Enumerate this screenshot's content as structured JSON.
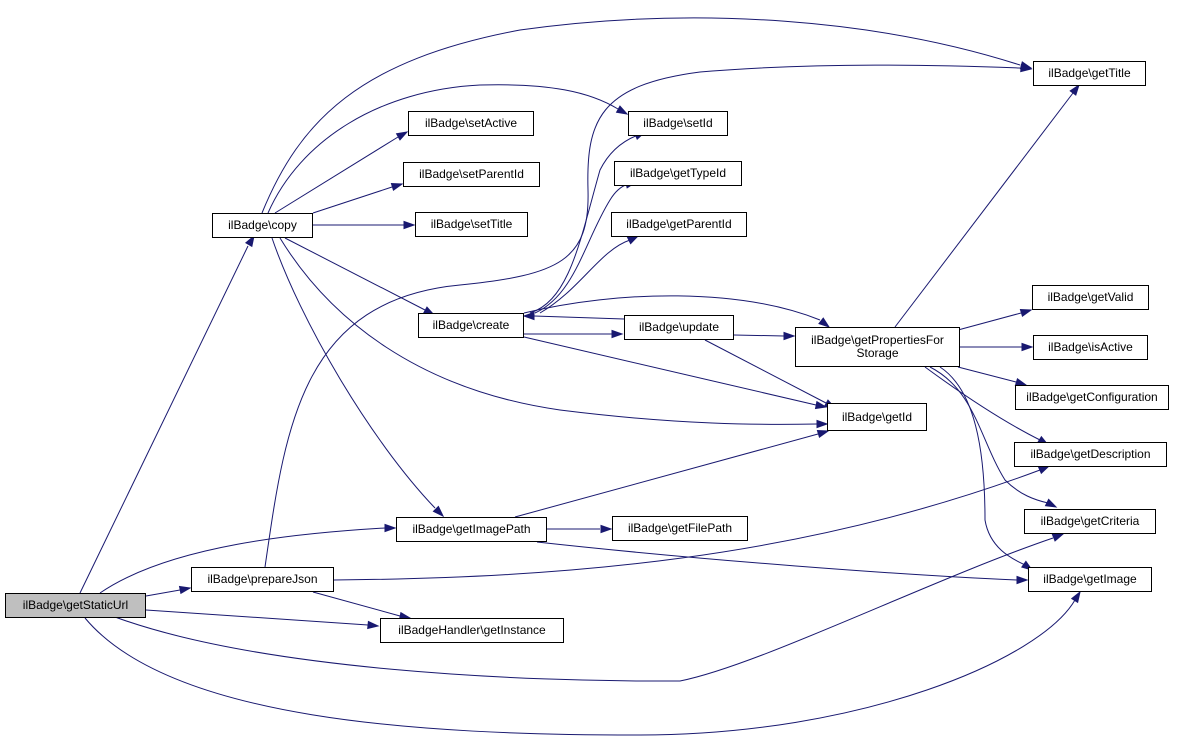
{
  "colors": {
    "edge": "#191970",
    "focus_fill": "#bfbfbf",
    "node_border": "#000000"
  },
  "nodes": {
    "getStaticUrl": "ilBadge\\getStaticUrl",
    "copy": "ilBadge\\copy",
    "prepareJson": "ilBadge\\prepareJson",
    "getImagePath": "ilBadge\\getImagePath",
    "getInstance": "ilBadgeHandler\\getInstance",
    "setActive": "ilBadge\\setActive",
    "setParentId": "ilBadge\\setParentId",
    "setTitle": "ilBadge\\setTitle",
    "create": "ilBadge\\create",
    "setId": "ilBadge\\setId",
    "getTypeId": "ilBadge\\getTypeId",
    "getParentId": "ilBadge\\getParentId",
    "update": "ilBadge\\update",
    "getFilePath": "ilBadge\\getFilePath",
    "getPropertiesForStorage": "ilBadge\\getPropertiesFor\nStorage",
    "getId": "ilBadge\\getId",
    "getTitle": "ilBadge\\getTitle",
    "getValid": "ilBadge\\getValid",
    "isActive": "ilBadge\\isActive",
    "getConfiguration": "ilBadge\\getConfiguration",
    "getDescription": "ilBadge\\getDescription",
    "getCriteria": "ilBadge\\getCriteria",
    "getImage": "ilBadge\\getImage"
  }
}
